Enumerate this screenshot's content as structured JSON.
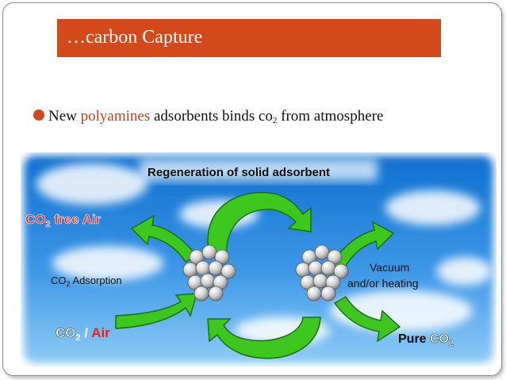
{
  "slide": {
    "title": "…carbon Capture",
    "bullet": {
      "before": "New ",
      "highlight": "polyamines",
      "after": " adsorbents binds co",
      "sub": "2",
      "end": " from atmosphere"
    }
  },
  "diagram": {
    "top_label": "Regeneration of solid adsorbent",
    "co2_free_air": {
      "co": "CO",
      "sub": "2",
      "rest": " free Air"
    },
    "adsorption": {
      "co": "CO",
      "sub": "2",
      "rest": " Adsorption"
    },
    "co2_air": {
      "co": "CO",
      "sub": "2",
      "slash": " / ",
      "air": "Air"
    },
    "vacuum": "Vacuum",
    "heating": "and/or heating",
    "pure": {
      "word": "Pure ",
      "co": "CO",
      "sub": "2"
    },
    "colors": {
      "title_bar": "#d24a1c",
      "highlight": "#c2411a",
      "arrow": "#3ec71f",
      "red_label": "#e8231b",
      "sky_top": "#0f6fd0"
    }
  }
}
